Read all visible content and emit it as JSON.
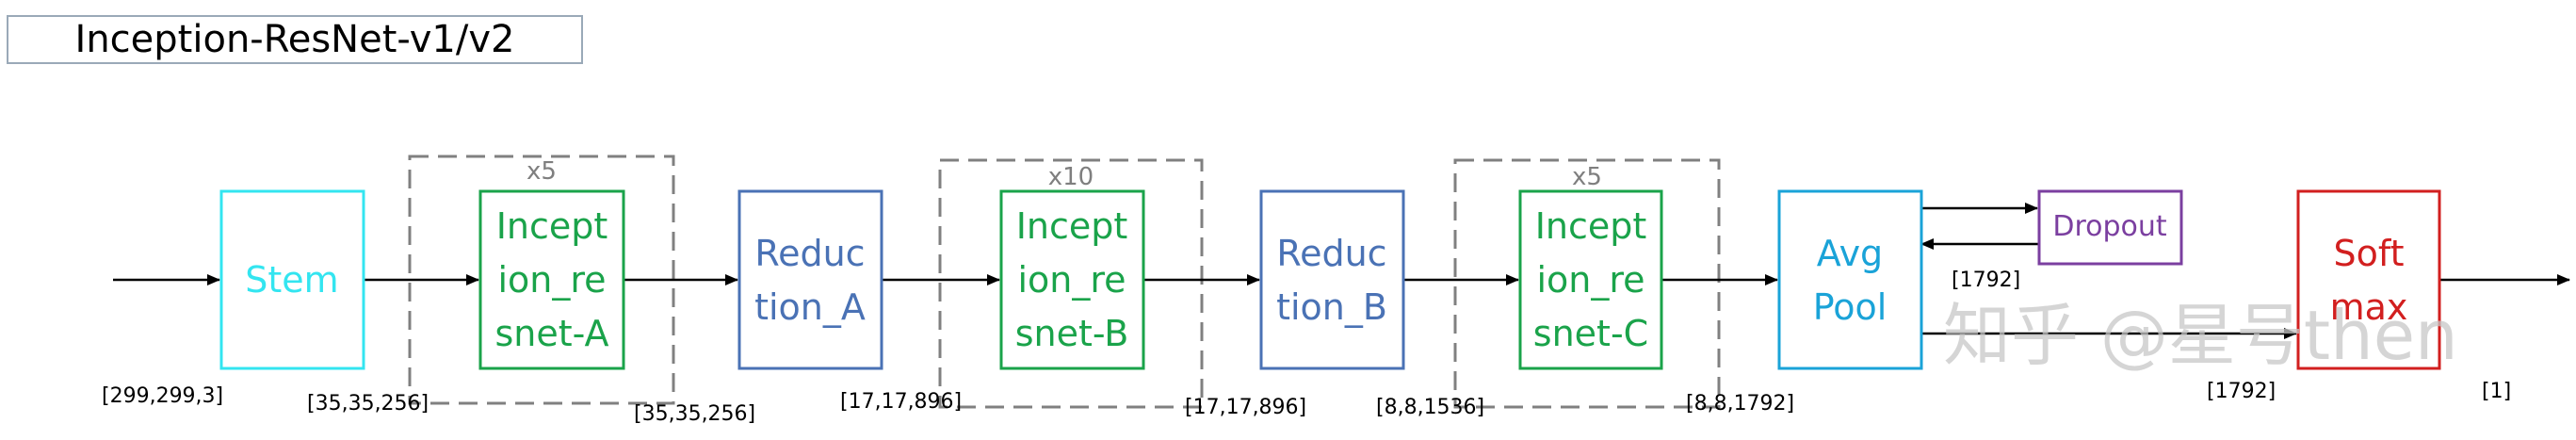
{
  "title": "Inception-ResNet-v1/v2",
  "blocks": {
    "stem": {
      "label": [
        "Stem"
      ],
      "color": "#33e5f0"
    },
    "incA": {
      "label": [
        "Incept",
        "ion_re",
        "snet-A"
      ],
      "color": "#1aa34a"
    },
    "redA": {
      "label": [
        "Reduc",
        "tion_A"
      ],
      "color": "#4a72b5"
    },
    "incB": {
      "label": [
        "Incept",
        "ion_re",
        "snet-B"
      ],
      "color": "#1aa34a"
    },
    "redB": {
      "label": [
        "Reduc",
        "tion_B"
      ],
      "color": "#4a72b5"
    },
    "incC": {
      "label": [
        "Incept",
        "ion_re",
        "snet-C"
      ],
      "color": "#1aa34a"
    },
    "avgpool": {
      "label": [
        "Avg",
        "Pool"
      ],
      "color": "#1aa3d8"
    },
    "dropout": {
      "label": [
        "Dropout"
      ],
      "color": "#7b3fa0"
    },
    "softmax": {
      "label": [
        "Soft",
        "max"
      ],
      "color": "#d21f1f"
    }
  },
  "repeats": {
    "a": "x5",
    "b": "x10",
    "c": "x5"
  },
  "shapes": {
    "input": "[299,299,3]",
    "stem_out": "[35,35,256]",
    "incA_out": "[35,35,256]",
    "redA_out": "[17,17,896]",
    "incB_out": "[17,17,896]",
    "redB_out": "[8,8,1536]",
    "incC_out": "[8,8,1792]",
    "dropout": "[1792]",
    "avgpool_out": "[1792]",
    "output": "[1]"
  },
  "watermark": "知乎 @星号then"
}
